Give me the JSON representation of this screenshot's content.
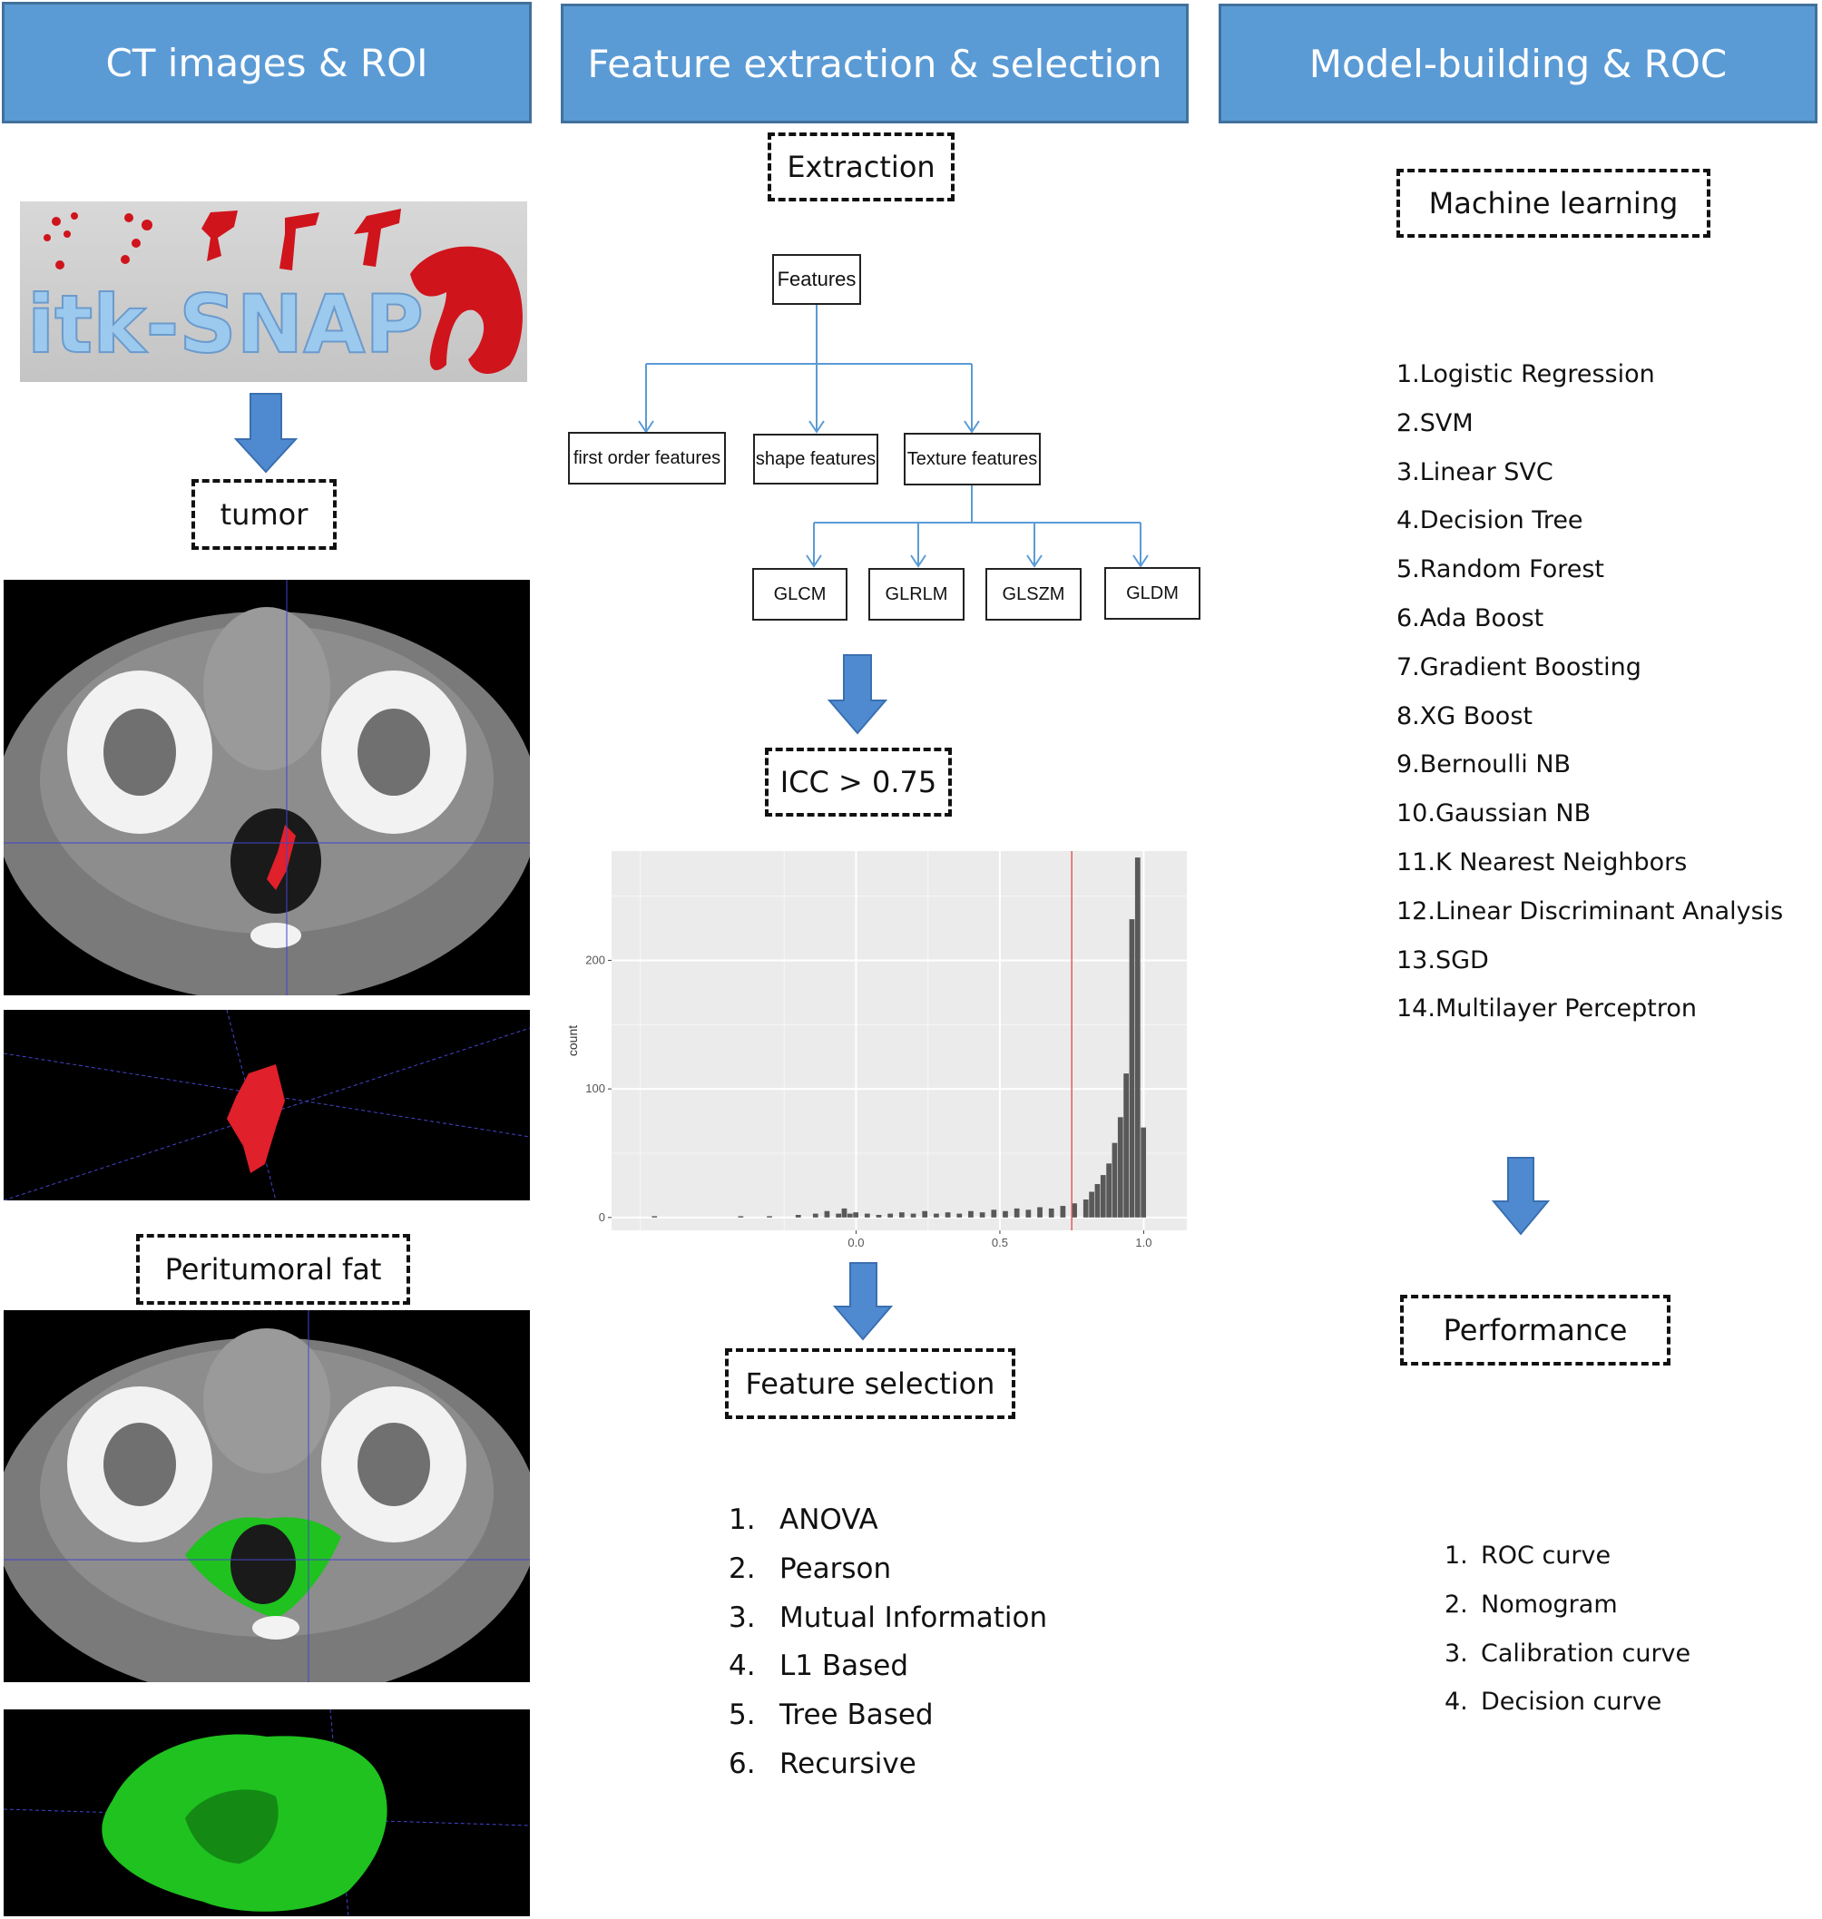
{
  "columns": {
    "left": {
      "header": "CT images & ROI"
    },
    "middle": {
      "header": "Feature extraction & selection"
    },
    "right": {
      "header": "Model-building & ROC"
    }
  },
  "left": {
    "logo_text": "itk-SNAP",
    "tumor_label": "tumor",
    "fat_label": "Peritumoral fat",
    "colors": {
      "tumor": "#e0202a",
      "fat": "#1fc21f"
    }
  },
  "middle": {
    "extraction_label": "Extraction",
    "tree": {
      "root": "Features",
      "level1": [
        "first order features",
        "shape features",
        "Texture features"
      ],
      "texture_children": [
        "GLCM",
        "GLRLM",
        "GLSZM",
        "GLDM"
      ]
    },
    "icc_label": "ICC > 0.75",
    "selection_label": "Feature selection",
    "selection_methods": [
      {
        "num": "1.",
        "label": "ANOVA"
      },
      {
        "num": "2.",
        "label": "Pearson"
      },
      {
        "num": "3.",
        "label": "Mutual Information"
      },
      {
        "num": "4.",
        "label": "L1 Based"
      },
      {
        "num": "5.",
        "label": "Tree Based"
      },
      {
        "num": "6.",
        "label": "Recursive"
      }
    ]
  },
  "right": {
    "ml_label": "Machine learning",
    "models": [
      "1.Logistic Regression",
      "2.SVM",
      "3.Linear SVC",
      "4.Decision Tree",
      "5.Random Forest",
      "6.Ada Boost",
      "7.Gradient Boosting",
      "8.XG Boost",
      "9.Bernoulli NB",
      "10.Gaussian NB",
      "11.K Nearest Neighbors",
      "12.Linear Discriminant Analysis",
      "13.SGD",
      "14.Multilayer Perceptron"
    ],
    "performance_label": "Performance",
    "performance_items": [
      {
        "num": "1.",
        "label": "ROC curve"
      },
      {
        "num": "2.",
        "label": "Nomogram"
      },
      {
        "num": "3.",
        "label": "Calibration curve"
      },
      {
        "num": "4.",
        "label": "Decision curve"
      }
    ]
  },
  "chart_data": {
    "type": "bar",
    "title": "",
    "xlabel": "",
    "ylabel": "count",
    "xlim": [
      -0.85,
      1.15
    ],
    "ylim": [
      -10,
      285
    ],
    "xticks": [
      "0.0",
      "0.5",
      "1.0"
    ],
    "yticks": [
      "0",
      "100",
      "200"
    ],
    "threshold_line": {
      "x": 0.75,
      "color": "#e05a5a"
    },
    "bin_width": 0.02,
    "bins": [
      {
        "x": -0.7,
        "y": 1
      },
      {
        "x": -0.4,
        "y": 1
      },
      {
        "x": -0.3,
        "y": 1
      },
      {
        "x": -0.2,
        "y": 2
      },
      {
        "x": -0.14,
        "y": 3
      },
      {
        "x": -0.1,
        "y": 5
      },
      {
        "x": -0.06,
        "y": 3
      },
      {
        "x": -0.04,
        "y": 7
      },
      {
        "x": -0.02,
        "y": 3
      },
      {
        "x": 0.0,
        "y": 4
      },
      {
        "x": 0.04,
        "y": 3
      },
      {
        "x": 0.08,
        "y": 2
      },
      {
        "x": 0.12,
        "y": 3
      },
      {
        "x": 0.16,
        "y": 4
      },
      {
        "x": 0.2,
        "y": 3
      },
      {
        "x": 0.24,
        "y": 5
      },
      {
        "x": 0.28,
        "y": 3
      },
      {
        "x": 0.32,
        "y": 4
      },
      {
        "x": 0.36,
        "y": 3
      },
      {
        "x": 0.4,
        "y": 5
      },
      {
        "x": 0.44,
        "y": 4
      },
      {
        "x": 0.48,
        "y": 6
      },
      {
        "x": 0.52,
        "y": 5
      },
      {
        "x": 0.56,
        "y": 7
      },
      {
        "x": 0.6,
        "y": 6
      },
      {
        "x": 0.64,
        "y": 8
      },
      {
        "x": 0.68,
        "y": 7
      },
      {
        "x": 0.72,
        "y": 9
      },
      {
        "x": 0.76,
        "y": 11
      },
      {
        "x": 0.8,
        "y": 14
      },
      {
        "x": 0.82,
        "y": 20
      },
      {
        "x": 0.84,
        "y": 26
      },
      {
        "x": 0.86,
        "y": 33
      },
      {
        "x": 0.88,
        "y": 42
      },
      {
        "x": 0.9,
        "y": 58
      },
      {
        "x": 0.92,
        "y": 78
      },
      {
        "x": 0.94,
        "y": 112
      },
      {
        "x": 0.96,
        "y": 232
      },
      {
        "x": 0.98,
        "y": 280
      },
      {
        "x": 1.0,
        "y": 70
      }
    ]
  }
}
